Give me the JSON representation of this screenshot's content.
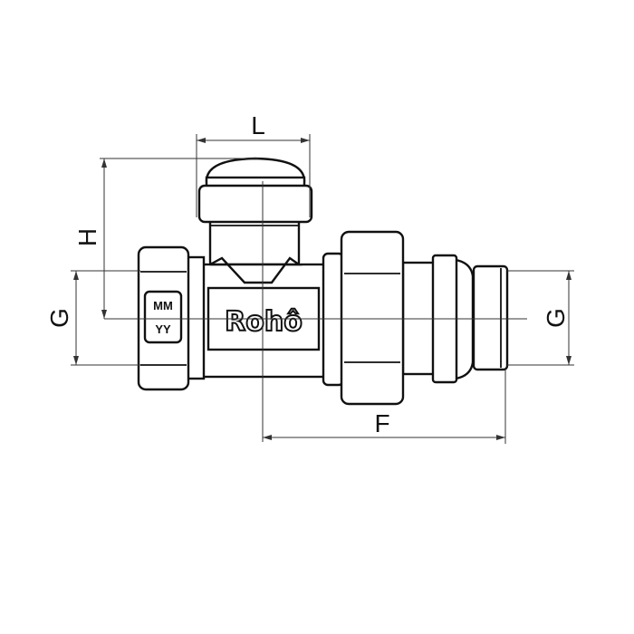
{
  "diagram": {
    "dimension_labels": {
      "L": "L",
      "H": "H",
      "G_left": "G",
      "G_right": "G",
      "F": "F"
    },
    "brand": "Rohô",
    "stamp": {
      "line1": "MM",
      "line2": "YY"
    }
  }
}
